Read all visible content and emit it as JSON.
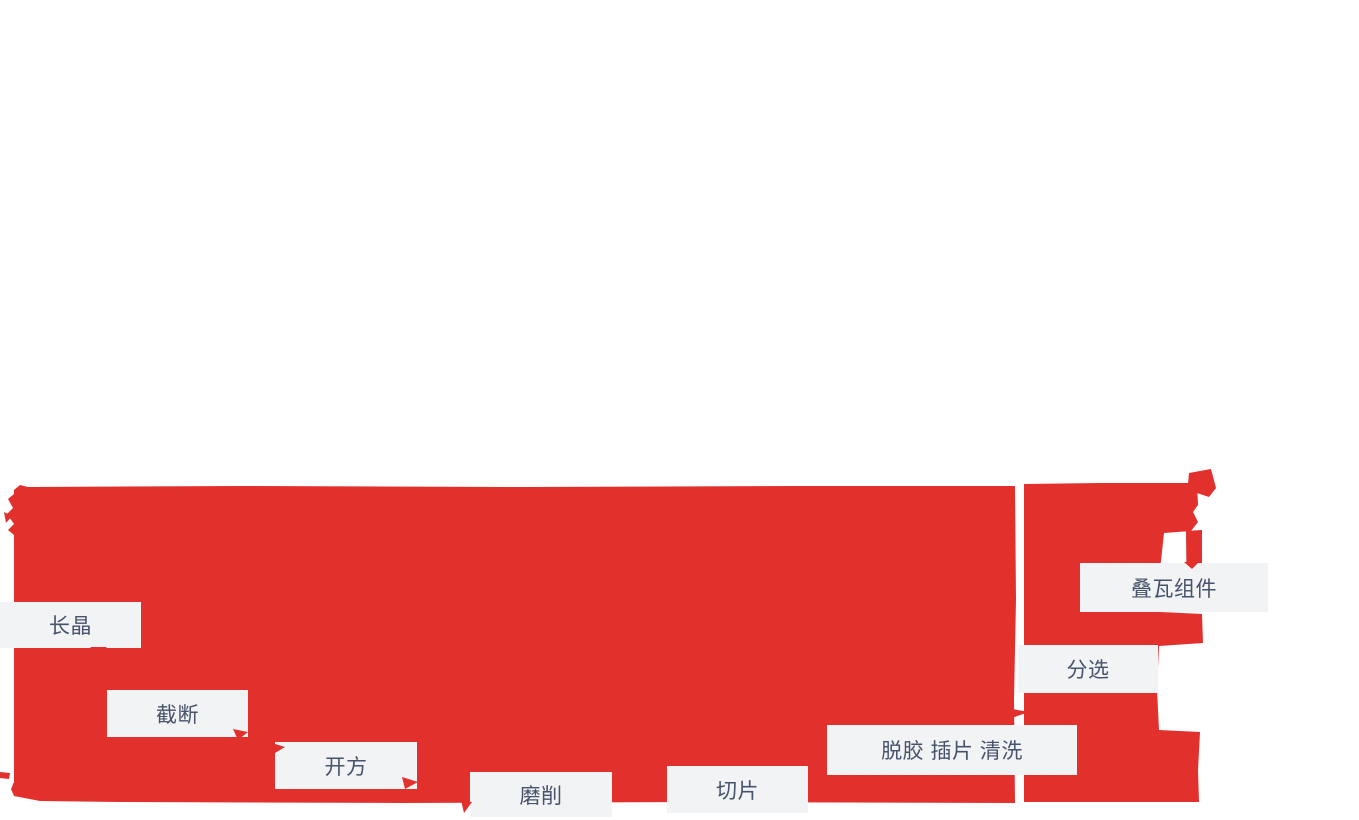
{
  "diagram": {
    "shape_color": "#e2302c",
    "background_color": "#ffffff",
    "label_bg_color": "#f2f3f5",
    "label_text_color": "#47536a",
    "steps": [
      {
        "text": "长晶"
      },
      {
        "text": "截断"
      },
      {
        "text": "开方"
      },
      {
        "text": "磨削"
      },
      {
        "text": "切片"
      },
      {
        "text": "脱胶 插片 清洗"
      },
      {
        "text": "分选"
      },
      {
        "text": "叠瓦组件"
      }
    ]
  }
}
